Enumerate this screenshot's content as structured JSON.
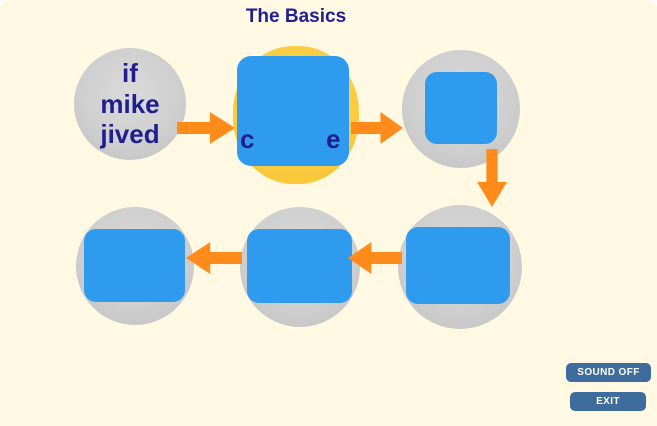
{
  "title": "The Basics",
  "colors": {
    "background": "#FFF8E3",
    "text_navy": "#1F1E8E",
    "circle_gray": "#C9C9C9",
    "circle_yellow": "#F7C22E",
    "cover_blue": "#2F9BEF",
    "arrow_orange": "#FF8C1A",
    "button_blue": "#3E6C9C"
  },
  "bubbles": [
    {
      "id": 1,
      "type": "word",
      "text": "if\nmike\njived"
    },
    {
      "id": 2,
      "type": "covered-yellow",
      "fragments": {
        "left": "c",
        "right": "e"
      }
    },
    {
      "id": 3,
      "type": "covered"
    },
    {
      "id": 4,
      "type": "covered"
    },
    {
      "id": 5,
      "type": "covered"
    },
    {
      "id": 6,
      "type": "covered"
    }
  ],
  "arrows": [
    "right",
    "right",
    "down",
    "left",
    "left"
  ],
  "buttons": {
    "sound_off": "SOUND OFF",
    "exit": "EXIT"
  }
}
